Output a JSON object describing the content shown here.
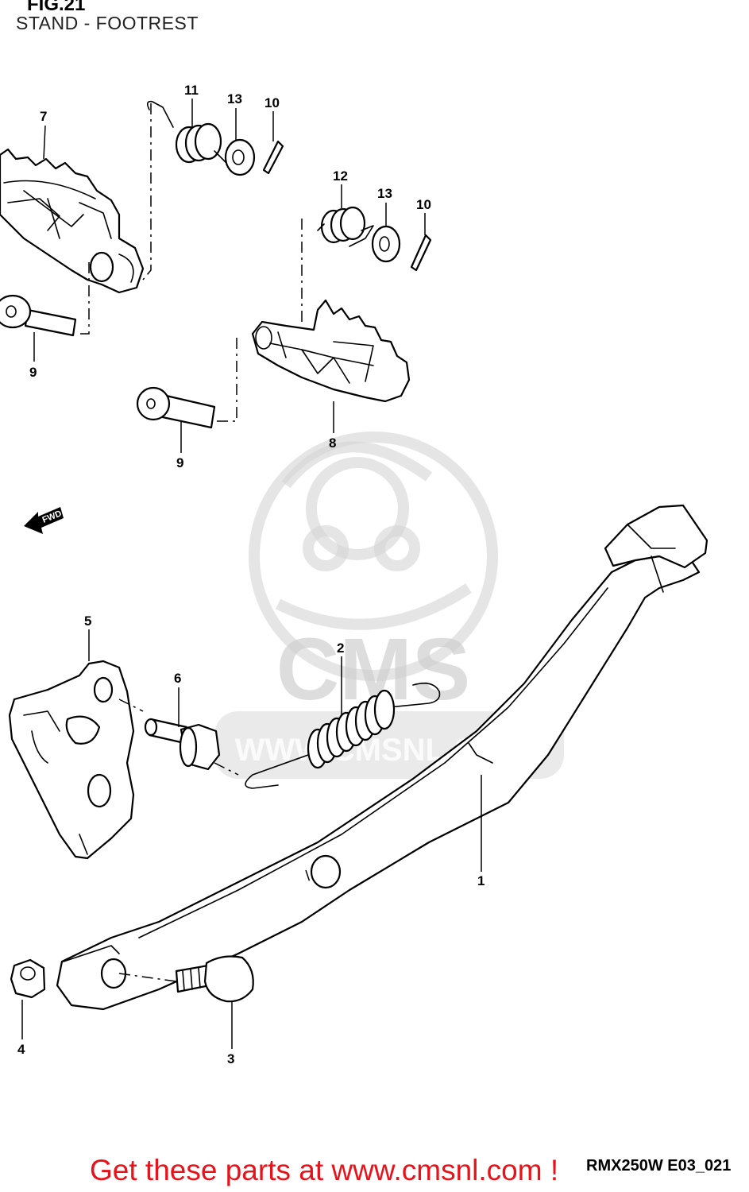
{
  "header": {
    "figure": "FIG.21",
    "subtitle": "STAND - FOOTREST"
  },
  "callouts": {
    "c1": "1",
    "c2": "2",
    "c3": "3",
    "c4": "4",
    "c5": "5",
    "c6": "6",
    "c7": "7",
    "c8": "8",
    "c9a": "9",
    "c9b": "9",
    "c10a": "10",
    "c10b": "10",
    "c11": "11",
    "c12": "12",
    "c13a": "13",
    "c13b": "13"
  },
  "direction_arrow": {
    "label": "FWD"
  },
  "watermark": {
    "brand": "CMS",
    "url": "WWW.CMSNL.COM"
  },
  "footer": {
    "code": "RMX250W E03_021",
    "cta": "Get these parts at www.cmsnl.com !"
  },
  "colors": {
    "cta": "#e8121a",
    "watermark": "#d8d8d8",
    "line": "#000000"
  }
}
